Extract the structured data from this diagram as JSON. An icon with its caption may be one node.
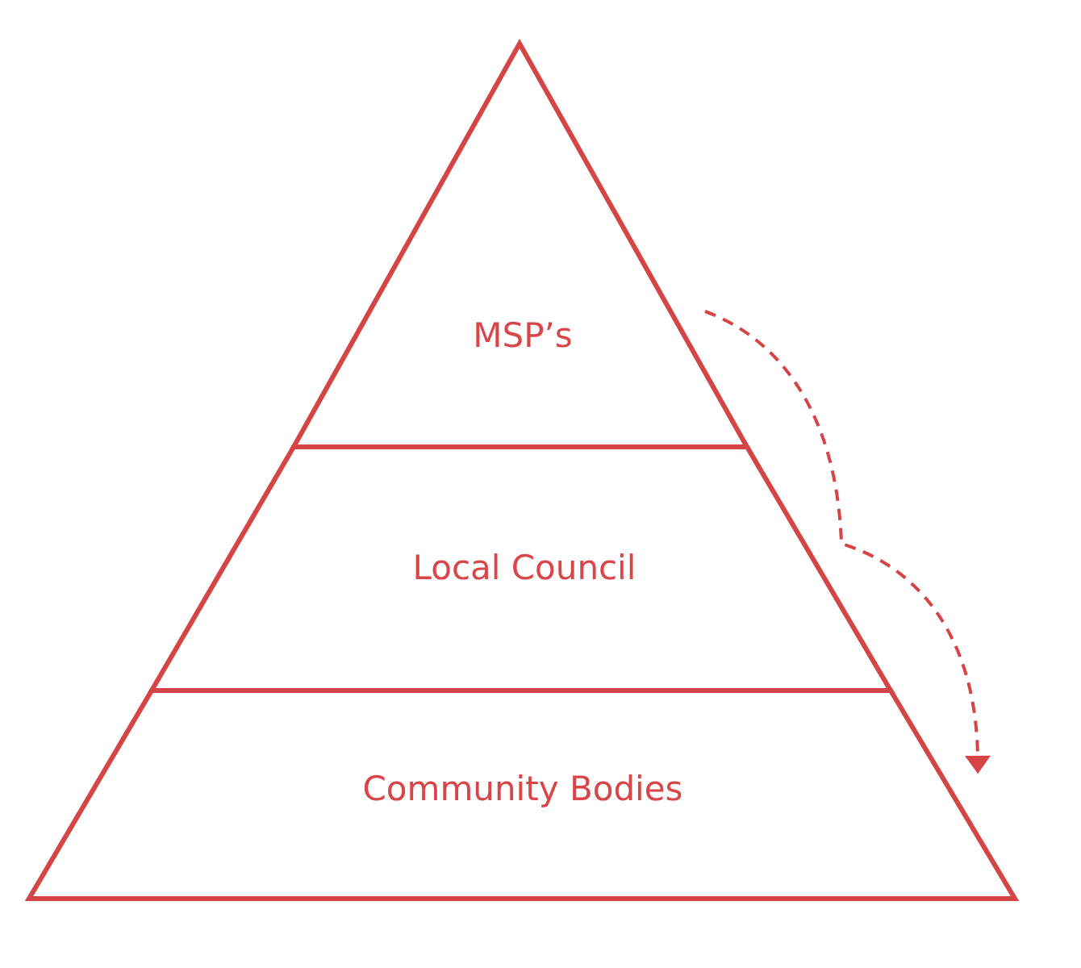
{
  "diagram": {
    "nodes": [
      {
        "text": [
          "MSP’s"
        ]
      },
      {
        "text": [
          "Local Council"
        ]
      },
      {
        "text": [
          "Community Bodies"
        ]
      }
    ],
    "edges": [
      {
        "from": 0,
        "to": 2,
        "arrow": "to",
        "style": "dashed"
      }
    ]
  }
}
